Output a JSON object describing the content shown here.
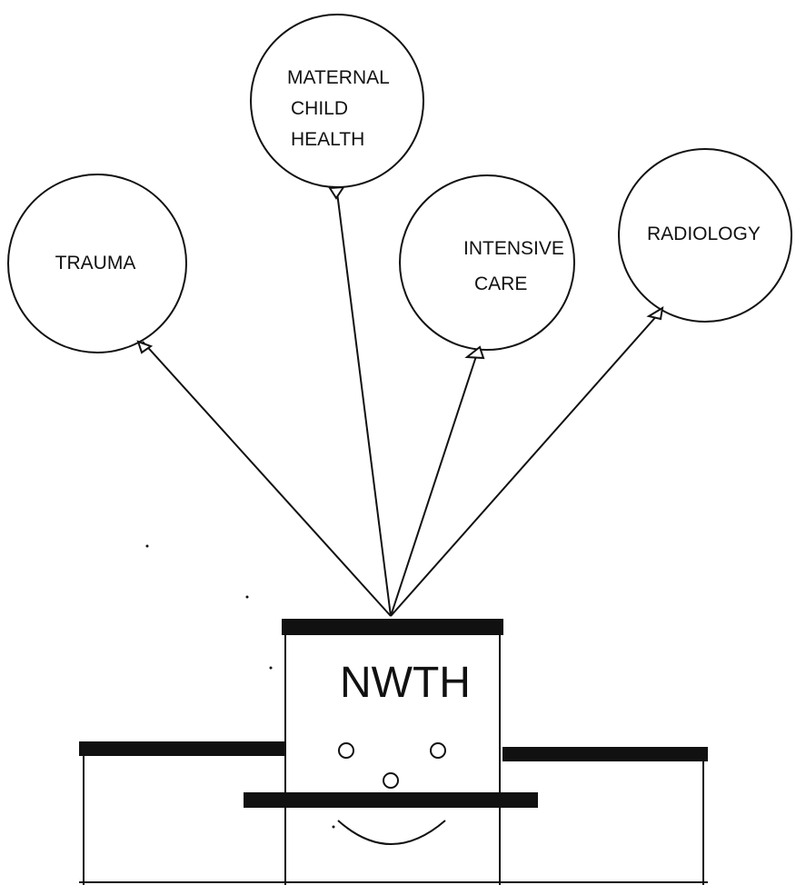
{
  "balloons": [
    {
      "id": "trauma",
      "lines": [
        "TRAUMA"
      ]
    },
    {
      "id": "maternal-child-health",
      "lines": [
        "MATERNAL",
        "CHILD",
        "HEALTH"
      ]
    },
    {
      "id": "intensive-care",
      "lines": [
        "INTENSIVE",
        "CARE"
      ]
    },
    {
      "id": "radiology",
      "lines": [
        "RADIOLOGY"
      ]
    }
  ],
  "building": {
    "name": "NWTH"
  },
  "colors": {
    "ink": "#111111",
    "background": "#ffffff"
  }
}
